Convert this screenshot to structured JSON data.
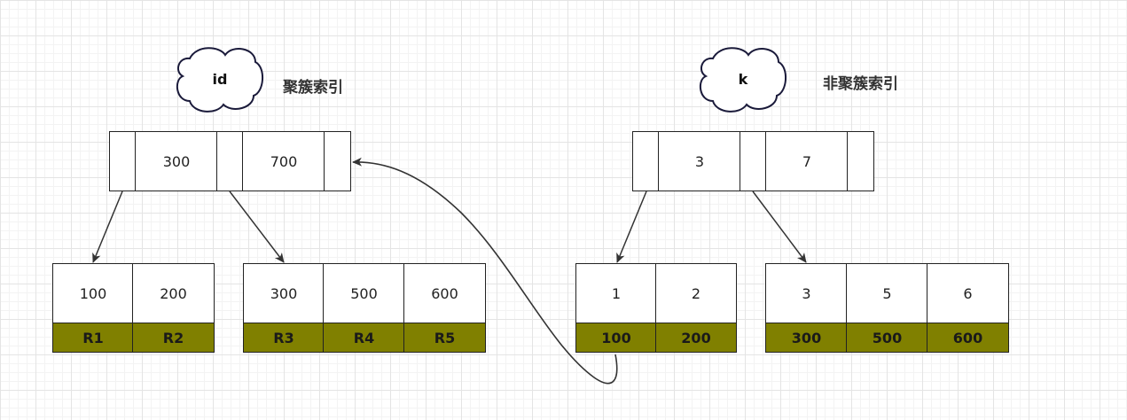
{
  "left_tree": {
    "cloud_label": "id",
    "title": "聚簇索引",
    "root": [
      "300",
      "700"
    ],
    "leaf1": {
      "keys": [
        "100",
        "200"
      ],
      "rows": [
        "R1",
        "R2"
      ]
    },
    "leaf2": {
      "keys": [
        "300",
        "500",
        "600"
      ],
      "rows": [
        "R3",
        "R4",
        "R5"
      ]
    }
  },
  "right_tree": {
    "cloud_label": "k",
    "title": "非聚簇索引",
    "root": [
      "3",
      "7"
    ],
    "leaf1": {
      "keys": [
        "1",
        "2"
      ],
      "ids": [
        "100",
        "200"
      ]
    },
    "leaf2": {
      "keys": [
        "3",
        "5",
        "6"
      ],
      "ids": [
        "300",
        "500",
        "600"
      ]
    }
  },
  "colors": {
    "line": "#333333",
    "cloud_stroke": "#1a1a3a",
    "leaf_value_fill": "#808000"
  }
}
